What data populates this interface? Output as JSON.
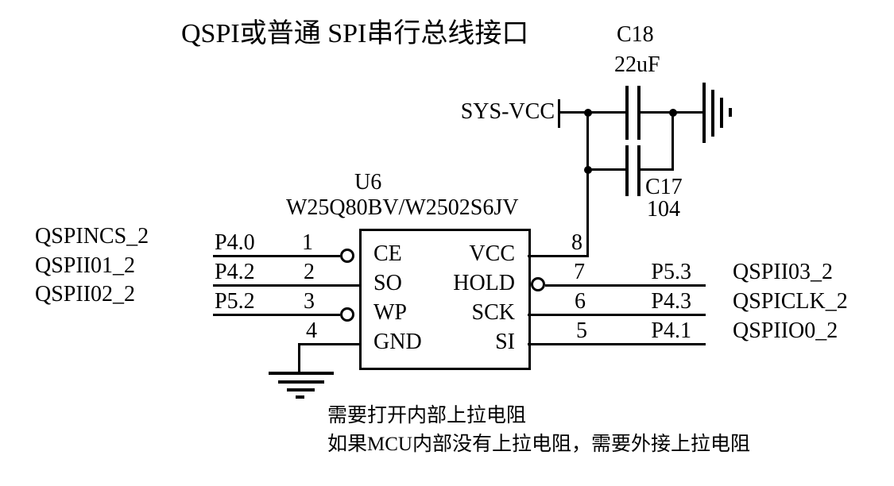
{
  "colors": {
    "ink": "#000000",
    "background": "#ffffff"
  },
  "title": "QSPI或普通 SPI串行总线接口",
  "power": {
    "net": "SYS-VCC",
    "cap_c18": {
      "ref": "C18",
      "value": "22uF"
    },
    "cap_c17": {
      "ref": "C17",
      "value": "104"
    }
  },
  "chip": {
    "ref": "U6",
    "part": "W25Q80BV/W2502S6JV",
    "left_pins": [
      {
        "num": "1",
        "name": "CE",
        "port": "P4.0",
        "signal": "QSPINCS_2"
      },
      {
        "num": "2",
        "name": "SO",
        "port": "P4.2",
        "signal": "QSPII01_2"
      },
      {
        "num": "3",
        "name": "WP",
        "port": "P5.2",
        "signal": "QSPII02_2"
      },
      {
        "num": "4",
        "name": "GND",
        "port": "",
        "signal": ""
      }
    ],
    "right_pins": [
      {
        "num": "8",
        "name": "VCC",
        "port": "",
        "signal": ""
      },
      {
        "num": "7",
        "name": "HOLD",
        "port": "P5.3",
        "signal": "QSPII03_2"
      },
      {
        "num": "6",
        "name": "SCK",
        "port": "P4.3",
        "signal": "QSPICLK_2"
      },
      {
        "num": "5",
        "name": "SI",
        "port": "P4.1",
        "signal": "QSPIIO0_2"
      }
    ]
  },
  "notes": {
    "line1": "需要打开内部上拉电阻",
    "line2": "如果MCU内部没有上拉电阻，需要外接上拉电阻"
  }
}
